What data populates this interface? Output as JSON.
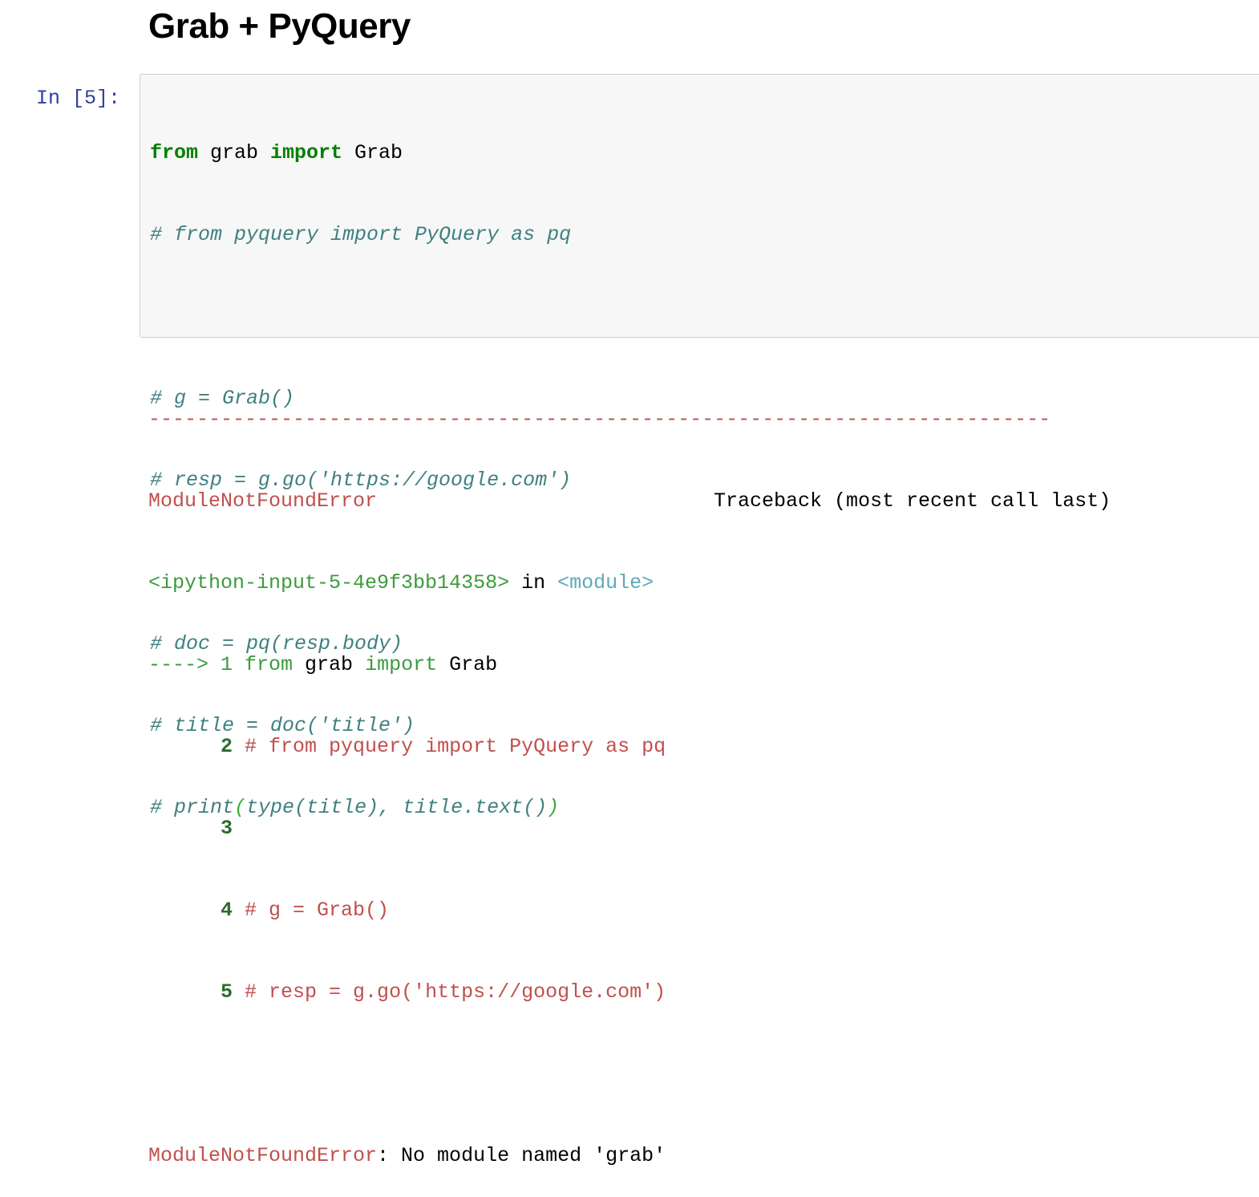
{
  "heading": "Grab + PyQuery",
  "cell": {
    "prompt": "In [5]:",
    "code": [
      {
        "kw1": "from",
        "mid": " grab ",
        "kw2": "import",
        "rest": " Grab"
      },
      "# from pyquery import PyQuery as pq",
      "",
      "# g = Grab()",
      "# resp = g.go('https://google.com')",
      "",
      "# doc = pq(resp.body)",
      "# title = doc('title')",
      {
        "a": "# print",
        "b": "(",
        "c": "type(title), title.text()",
        "d": ")"
      }
    ]
  },
  "output": {
    "dashes": "---------------------------------------------------------------------------",
    "error_name": "ModuleNotFoundError",
    "traceback_label": "Traceback (most recent call last)",
    "input_ref": "<ipython-input-5-4e9f3bb14358>",
    "in_word": " in ",
    "module_ref": "<module>",
    "arrow": "----> 1 ",
    "arrow_line": {
      "kw1": "from",
      "mid": " grab ",
      "kw2": "import",
      "rest": " Grab"
    },
    "context_lines": [
      {
        "num": "2",
        "text": " # from pyquery import PyQuery as pq"
      },
      {
        "num": "3",
        "text": ""
      },
      {
        "num": "4",
        "text": " # g = Grab()"
      },
      {
        "num": "5",
        "text": " # resp = g.go('https://google.com')"
      }
    ],
    "final_error_name": "ModuleNotFoundError",
    "final_message": ": No module named 'grab'"
  },
  "colors": {
    "prompt": "#303f9f",
    "keyword": "#008000",
    "comment": "#408080",
    "error": "#c0504d",
    "cyan": "#60a8b8",
    "green": "#3c9b3c"
  }
}
